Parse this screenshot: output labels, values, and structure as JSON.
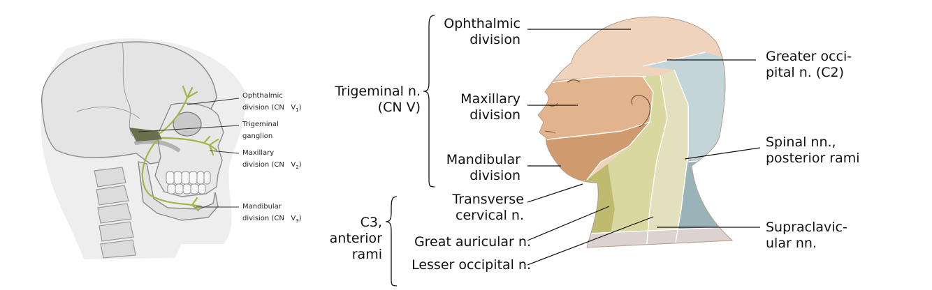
{
  "skull_labels": {
    "ophthalmic": {
      "line1": "Ophthalmic",
      "line2": "division (CN",
      "roman": "V",
      "sub": "1",
      "close": ")"
    },
    "trigeminal_ganglion": {
      "line1": "Trigeminal",
      "line2": "ganglion"
    },
    "maxillary": {
      "line1": "Maxillary",
      "line2": "division (CN",
      "roman": "V",
      "sub": "2",
      "close": ")"
    },
    "mandibular": {
      "line1": "Mandibular",
      "line2": "division (CN",
      "roman": "V",
      "sub": "3",
      "close": ")"
    }
  },
  "head_labels": {
    "trigeminal_group": {
      "line1": "Trigeminal n.",
      "line2": "(CN V)"
    },
    "ophthalmic": {
      "line1": "Ophthalmic",
      "line2": "division"
    },
    "maxillary": {
      "line1": "Maxillary",
      "line2": "division"
    },
    "mandibular": {
      "line1": "Mandibular",
      "line2": "division"
    },
    "c3_group": {
      "line1": "C3,",
      "line2": "anterior",
      "line3": "rami"
    },
    "transverse_cervical": {
      "line1": "Transverse",
      "line2": "cervical n."
    },
    "great_auricular": "Great auricular n.",
    "lesser_occipital": "Lesser occipital n.",
    "greater_occipital": {
      "line1": "Greater occi-",
      "line2": "pital n. (C2)"
    },
    "spinal_nn": {
      "line1": "Spinal nn.,",
      "line2": "posterior rami"
    },
    "supraclavicular": {
      "line1": "Supraclavic-",
      "line2": "ular nn."
    }
  },
  "colors": {
    "ophthalmic": "#efd3bd",
    "maxillary": "#e2b48e",
    "mandibular": "#cf9a6e",
    "transverse_cervical": "#bfbb6e",
    "great_auricular": "#d9d8a0",
    "lesser_occipital": "#e3e1bd",
    "greater_occipital": "#c3d5d8",
    "posterior_rami": "#9ab3b8",
    "supraclavicular": "#dcd3d1",
    "nerve": "#a6b34a"
  }
}
